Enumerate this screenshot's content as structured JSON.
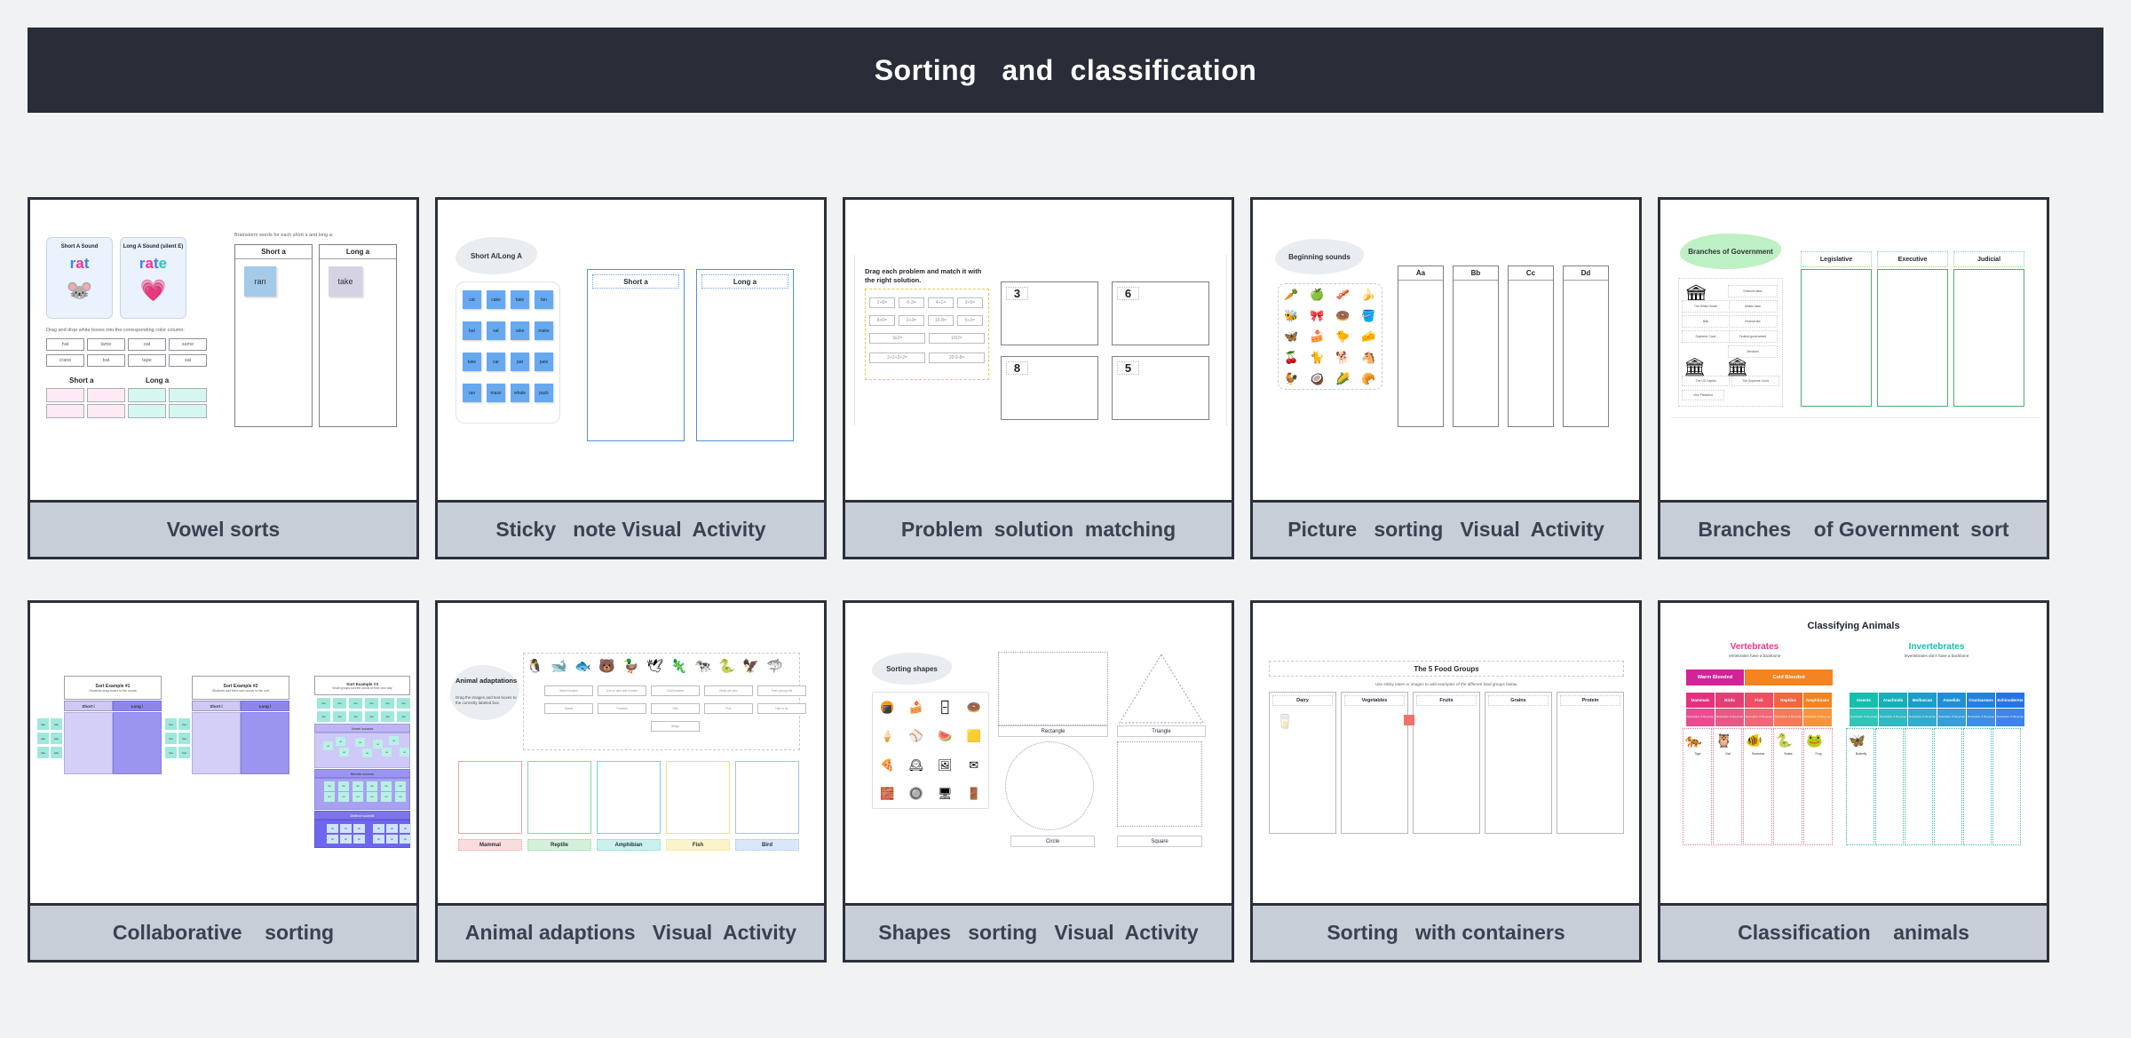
{
  "header": {
    "title": "Sorting   and  classification"
  },
  "cards": [
    {
      "caption": "Vowel sorts",
      "short_title": "Short A Sound",
      "long_title": "Long A Sound (silent E)",
      "short_word": "rat",
      "long_word": "rate",
      "short_icon": "mouse-emoji",
      "long_icon": "heartbeat-emoji",
      "drag_hint": "Drag and drop white boxes into the corresponding color column:",
      "word_tiles": [
        "hat",
        "lame",
        "oat",
        "same",
        "crane",
        "bat",
        "tape",
        "sat"
      ],
      "col_short": "Short a",
      "col_long": "Long a",
      "brainstorm_hint": "Brainstorm words for each short a and long a:",
      "panel_short": "Short a",
      "panel_long": "Long a",
      "note_short": "ran",
      "note_long": "take"
    },
    {
      "caption": "Sticky   note Visual  Activity",
      "blob_label": "Short A/Long A",
      "stickies": [
        "cat",
        "cake",
        "fake",
        "fan",
        "bat",
        "sat",
        "rake",
        "make",
        "take",
        "car",
        "pat",
        "pale",
        "ran",
        "mass",
        "whale",
        "pack"
      ],
      "drop_short": "Short a",
      "drop_long": "Long a"
    },
    {
      "caption": "Problem  solution  matching",
      "instruction": "Drag each problem and match it with the right solution.",
      "problems": [
        "2+6=",
        "6-3=",
        "4+1=",
        "3+5=",
        "8+0=",
        "3+3=",
        "16-8=",
        "5+3=",
        "3x2=",
        "16/2=",
        "2+2+2+2=",
        "20-9-8="
      ],
      "solutions": [
        "3",
        "6",
        "8",
        "5"
      ]
    },
    {
      "caption": "Picture   sorting   Visual  Activity",
      "blob_label": "Beginning sounds",
      "pictures": [
        "🥕",
        "🍏",
        "🥓",
        "🍌",
        "🐝",
        "🎀",
        "🍩",
        "🪣",
        "🦋",
        "🍰",
        "🐤",
        "🧀",
        "🍒",
        "🐈",
        "🐕",
        "🐴",
        "🐓",
        "🥥",
        "🌽",
        "🥐"
      ],
      "columns": [
        "Aa",
        "Bb",
        "Cc",
        "Dd"
      ]
    },
    {
      "caption": "Branches    of Government  sort",
      "blob_label": "Branches of Government",
      "tiles": [
        "Enforces laws",
        "Makes laws",
        "Federal law",
        "Federal government",
        "Senators"
      ],
      "tile_labels": [
        "The White House",
        "Congress",
        "Bills",
        "Supreme Court",
        "The US Capitol",
        "The Supreme Court",
        "Vice President"
      ],
      "columns": [
        "Legislative",
        "Executive",
        "Judicial"
      ]
    },
    {
      "caption": "Collaborative    sorting",
      "board1_title": "Sort Example #1",
      "board1_sub": "Students drag boxes to the words",
      "board2_title": "Sort Example #2",
      "board2_sub": "Students add their own words to the sort",
      "board3_title": "Sort Example #3",
      "board3_sub": "Small groups sort the words of their own way",
      "col_short": "Short i",
      "col_long": "Long i",
      "band1": "Vowel sounds",
      "band2": "Blends sounds",
      "band3": "Distinct sounds"
    },
    {
      "caption": "Animal adaptions   Visual  Activity",
      "blob_title": "Animal adaptations",
      "blob_sub": "Drag the images and text boxes to the correctly labeled box.",
      "animals": [
        "🐧",
        "🐋",
        "🐟",
        "🐻",
        "🦆",
        "🕊",
        "🦎",
        "🐄",
        "🐍",
        "🦅",
        "🦈"
      ],
      "traits": [
        "Warm blooded",
        "Live on land and in water",
        "Cold blooded",
        "Moist wet skin",
        "Feed young milk",
        "Scales",
        "Feathers",
        "Gills",
        "Fins",
        "Hair or fur",
        "Wings"
      ],
      "categories": [
        "Mammal",
        "Reptile",
        "Amphibian",
        "Fish",
        "Bird"
      ],
      "category_colors": [
        "#f2a0a3",
        "#8fd39b",
        "#6fd8d0",
        "#f3df7e",
        "#9fc3f0"
      ],
      "category_fills": [
        "#fbdcdd",
        "#d5f0da",
        "#c9f2ee",
        "#fbf3c9",
        "#d9e7fa"
      ]
    },
    {
      "caption": "Shapes   sorting   Visual  Activity",
      "blob_label": "Sorting shapes",
      "pictures": [
        "🍘",
        "🍰",
        "🁣",
        "🍩",
        "🍦",
        "⚾",
        "🍉",
        "🟨",
        "🍕",
        "🕰",
        "🖼",
        "✉",
        "🧱",
        "🔘",
        "🖥",
        "🚪"
      ],
      "zones": [
        "Rectangle",
        "Triangle",
        "Circle",
        "Square"
      ]
    },
    {
      "caption": "Sorting   with containers",
      "title": "The 5 Food Groups",
      "subtitle": "Use sticky notes or images to add examples of the different food groups below.",
      "columns": [
        "Dairy",
        "Vegetables",
        "Fruits",
        "Grains",
        "Protein"
      ],
      "dairy_item": "milk-jug-emoji",
      "fruits_item": "red-sticky-note"
    },
    {
      "caption": "Classification    animals",
      "title": "Classifying Animals",
      "left_heading": "Vertebrates",
      "left_sub": "Vertebrates have a backbone",
      "right_heading": "Invertebrates",
      "right_sub": "Invertebrates don't have a backbone",
      "warm": "Warm Blooded",
      "cold": "Cold Blooded",
      "vert_groups": [
        "Mammals",
        "Birds",
        "Fish",
        "Reptiles",
        "Amphibians"
      ],
      "invert_groups": [
        "Insects",
        "Arachnids",
        "Molluscan",
        "Annelids",
        "Crustaceans",
        "Echinoderms"
      ],
      "samples": [
        {
          "icon": "🐅",
          "label": "Tiger"
        },
        {
          "icon": "🦉",
          "label": "Owl"
        },
        {
          "icon": "🐠",
          "label": "Seahorse"
        },
        {
          "icon": "🐍",
          "label": "Snake"
        },
        {
          "icon": "🐸",
          "label": "Frog"
        },
        {
          "icon": "🦋",
          "label": "Butterfly"
        }
      ]
    }
  ],
  "colors": {
    "page_bg": "#f1f2f4",
    "header_bg": "#282d37",
    "caption_bg": "#c7ced7",
    "caption_text": "#3a4150",
    "card_border": "#2b303a"
  }
}
